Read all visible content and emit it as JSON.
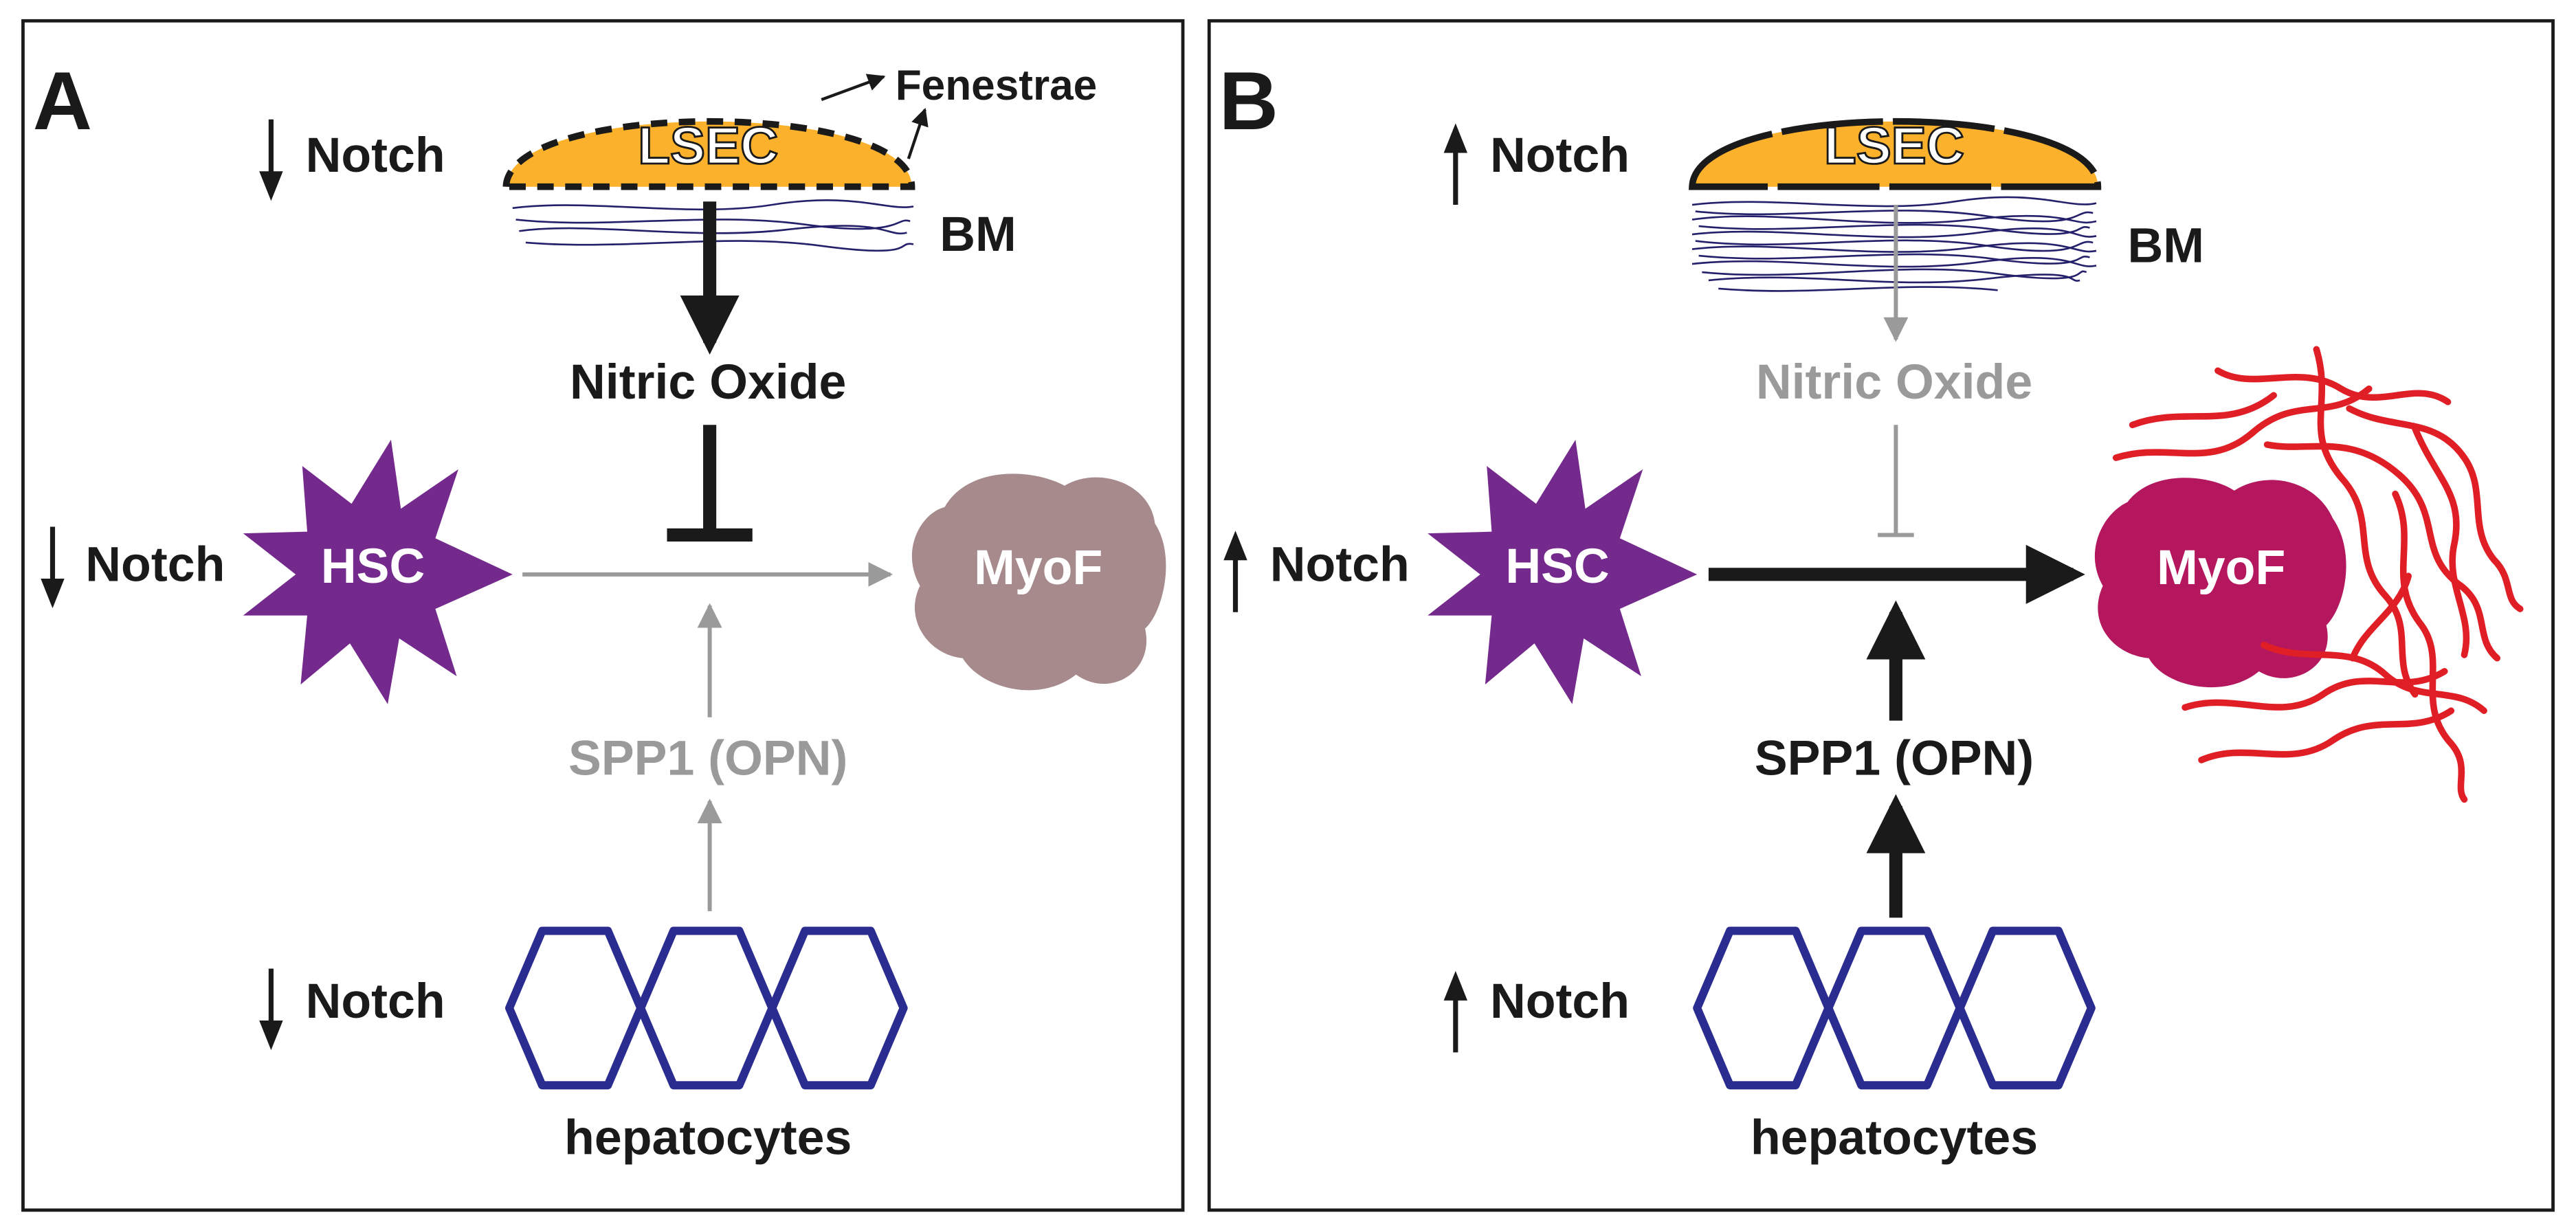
{
  "colors": {
    "lsec_fill": "#FBB12B",
    "hsc_fill": "#742A8C",
    "myof_a_fill": "#A68A8C",
    "myof_b_fill": "#B5175E",
    "hepatocyte_stroke": "#2B2C8F",
    "bm_fiber": "#25206B",
    "collagen": "#E01E25",
    "active": "#1A1A1A",
    "inactive": "#9A9A9A",
    "border": "#1A1A1A"
  },
  "panels": [
    {
      "letter": "A",
      "lsec": "LSEC",
      "fenestrae": "Fenestrae",
      "bm": "BM",
      "nitric_oxide": "Nitric Oxide",
      "hsc": "HSC",
      "myof": "MyoF",
      "spp1": "SPP1 (OPN)",
      "hepatocytes": "hepatocytes",
      "notch_lsec": "Notch",
      "notch_hsc": "Notch",
      "notch_hep": "Notch",
      "notch_direction": "down"
    },
    {
      "letter": "B",
      "lsec": "LSEC",
      "bm": "BM",
      "nitric_oxide": "Nitric Oxide",
      "hsc": "HSC",
      "myof": "MyoF",
      "spp1": "SPP1 (OPN)",
      "hepatocytes": "hepatocytes",
      "notch_lsec": "Notch",
      "notch_hsc": "Notch",
      "notch_hep": "Notch",
      "notch_direction": "up"
    }
  ]
}
